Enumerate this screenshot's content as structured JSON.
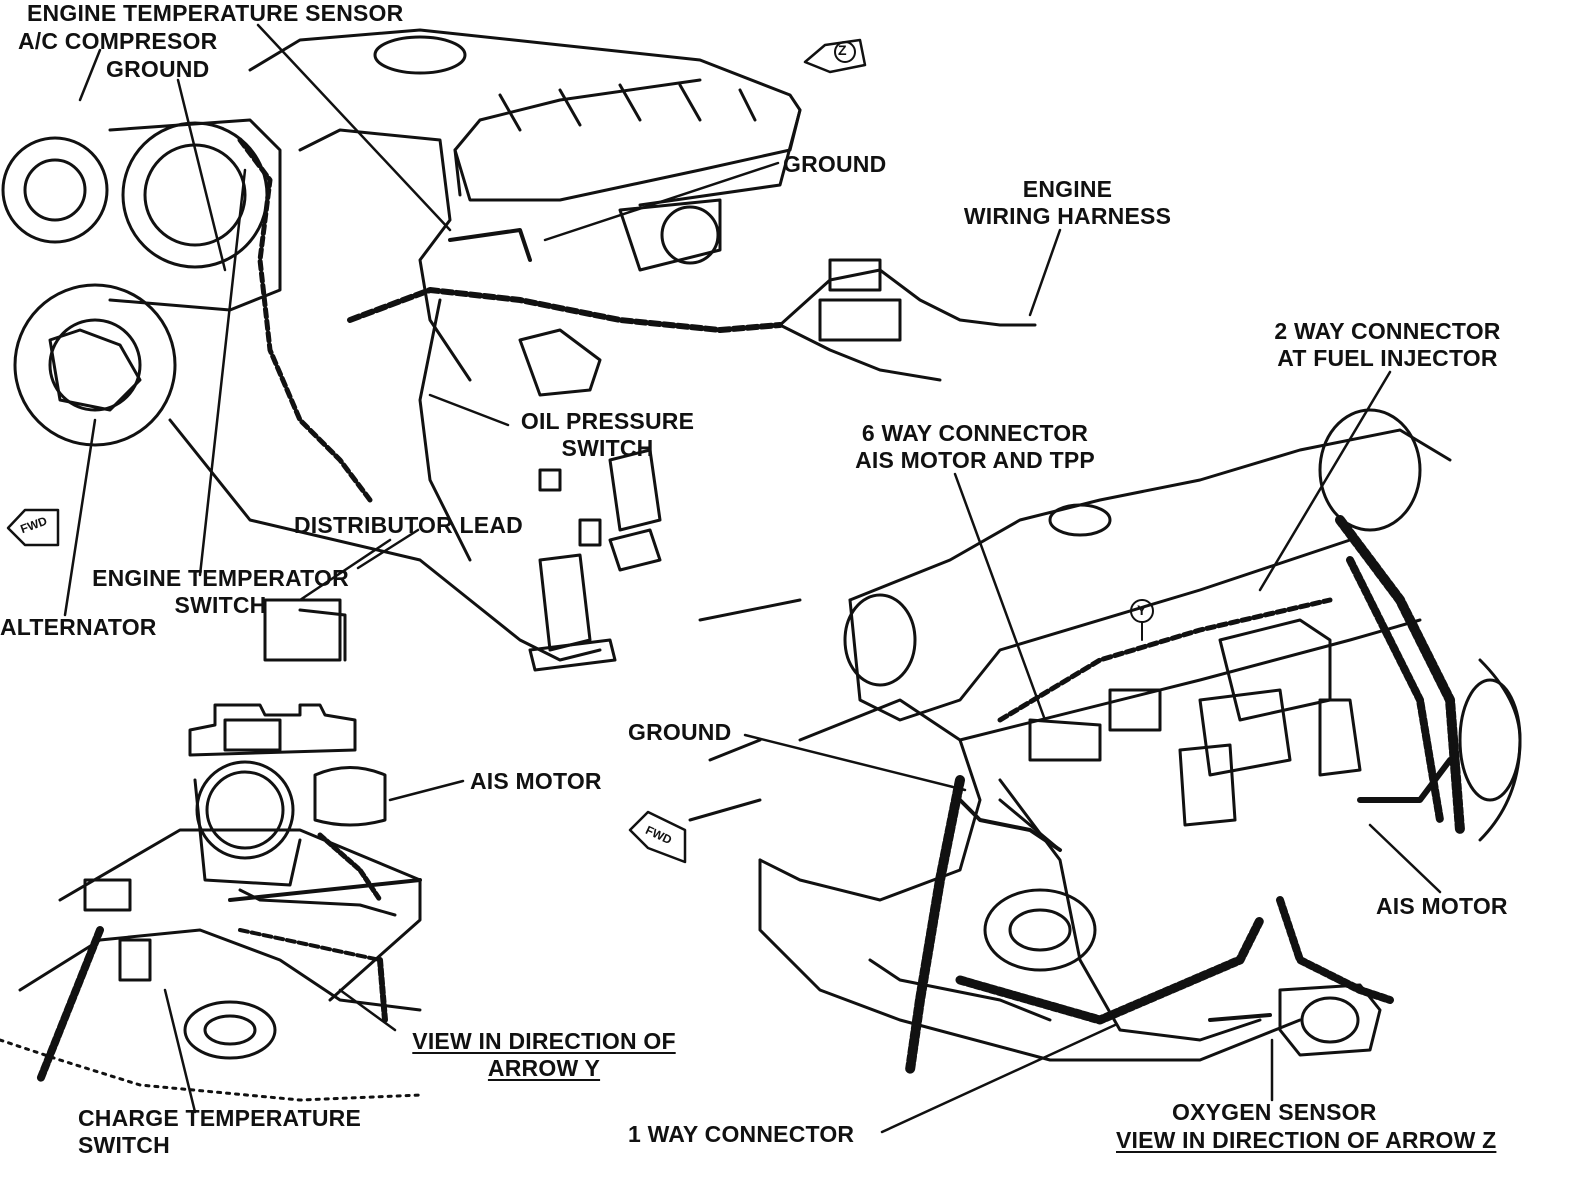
{
  "labels": {
    "engine_temp_sensor": "ENGINE TEMPERATURE SENSOR",
    "ac_compressor": "A/C COMPRESOR",
    "ground_top_left": "GROUND",
    "ground_top_mid": "GROUND",
    "engine_harness_1": "ENGINE",
    "engine_harness_2": "WIRING HARNESS",
    "two_way_1": "2 WAY CONNECTOR",
    "two_way_2": "AT FUEL INJECTOR",
    "oil_pressure_1": "OIL PRESSURE",
    "oil_pressure_2": "SWITCH",
    "six_way_1": "6 WAY CONNECTOR",
    "six_way_2": "AIS MOTOR AND TPP",
    "distributor_lead": "DISTRIBUTOR LEAD",
    "engine_temp_switch_1": "ENGINE TEMPERATOR",
    "engine_temp_switch_2": "SWITCH",
    "alternator": "ALTERNATOR",
    "ground_right": "GROUND",
    "ais_motor_left": "AIS MOTOR",
    "ais_motor_right": "AIS MOTOR",
    "view_y_1": "VIEW IN DIRECTION OF",
    "view_y_2": "ARROW Y",
    "charge_temp_1": "CHARGE TEMPERATURE",
    "charge_temp_2": "SWITCH",
    "one_way": "1 WAY CONNECTOR",
    "oxygen_sensor": "OXYGEN SENSOR",
    "view_z": "VIEW IN DIRECTION OF ARROW Z"
  },
  "markers": {
    "arrow_z": "Z",
    "arrow_y": "Y",
    "fwd": "FWD"
  }
}
